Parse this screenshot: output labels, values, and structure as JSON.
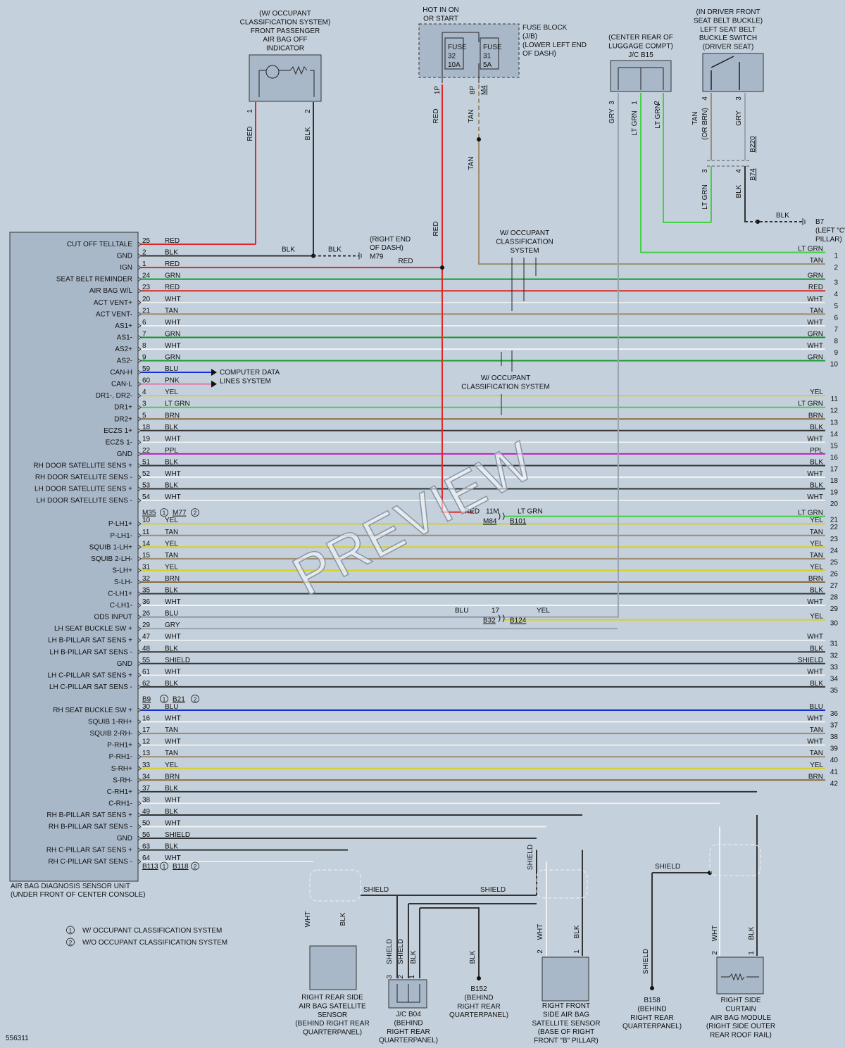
{
  "diagram_id": "556311",
  "watermark": "PREVIEW",
  "colors": {
    "RED": "#e02626",
    "BLK": "#333333",
    "GRN": "#159a2a",
    "WHT": "#f2f2f2",
    "TAN": "#9e8d6e",
    "BLU": "#1530d2",
    "PNK": "#e07aa0",
    "YEL": "#d8d020",
    "LT GRN": "#44d044",
    "BRN": "#8a6a3a",
    "PPL": "#c020c0",
    "GRY": "#9aa4ae",
    "SHIELD": "#333333"
  },
  "unit": {
    "name": "AIR BAG DIAGNOSIS SENSOR UNIT",
    "location": "(UNDER FRONT OF CENTER CONSOLE)"
  },
  "notes": [
    {
      "num": "1",
      "text": "W/ OCCUPANT CLASSIFICATION SYSTEM"
    },
    {
      "num": "2",
      "text": "W/O OCCUPANT CLASSIFICATION SYSTEM"
    }
  ],
  "connector_labels": [
    {
      "text": "M35",
      "num": "1"
    },
    {
      "text": "M77",
      "num": "2"
    },
    {
      "text": "B9",
      "num": "1"
    },
    {
      "text": "B21",
      "num": "2"
    },
    {
      "text": "B113",
      "num": "1"
    },
    {
      "text": "B118",
      "num": "2"
    }
  ],
  "unit_pins": [
    {
      "label": "CUT OFF TELLTALE",
      "pin": "25",
      "color": "RED"
    },
    {
      "label": "GND",
      "pin": "2",
      "color": "BLK"
    },
    {
      "label": "IGN",
      "pin": "1",
      "color": "RED"
    },
    {
      "label": "SEAT BELT REMINDER",
      "pin": "24",
      "color": "GRN",
      "out": "3"
    },
    {
      "label": "AIR BAG W/L",
      "pin": "23",
      "color": "RED",
      "out": "4"
    },
    {
      "label": "ACT VENT+",
      "pin": "20",
      "color": "WHT",
      "out": "5"
    },
    {
      "label": "ACT VENT-",
      "pin": "21",
      "color": "TAN",
      "out": "6"
    },
    {
      "label": "AS1+",
      "pin": "6",
      "color": "WHT",
      "out": "7"
    },
    {
      "label": "AS1-",
      "pin": "7",
      "color": "GRN",
      "out": "8"
    },
    {
      "label": "AS2+",
      "pin": "8",
      "color": "WHT",
      "out": "9"
    },
    {
      "label": "AS2-",
      "pin": "9",
      "color": "GRN",
      "out": "10"
    },
    {
      "label": "CAN-H",
      "pin": "59",
      "color": "BLU"
    },
    {
      "label": "CAN-L",
      "pin": "60",
      "color": "PNK"
    },
    {
      "label": "DR1-, DR2-",
      "pin": "4",
      "color": "YEL",
      "out": "11"
    },
    {
      "label": "DR1+",
      "pin": "3",
      "color": "LT GRN",
      "out": "12"
    },
    {
      "label": "DR2+",
      "pin": "5",
      "color": "BRN",
      "out": "13"
    },
    {
      "label": "ECZS 1+",
      "pin": "18",
      "color": "BLK",
      "out": "14"
    },
    {
      "label": "ECZS 1-",
      "pin": "19",
      "color": "WHT",
      "out": "15"
    },
    {
      "label": "GND",
      "pin": "22",
      "color": "PPL",
      "out": "16"
    },
    {
      "label": "RH DOOR SATELLITE SENS +",
      "pin": "51",
      "color": "BLK",
      "out": "17"
    },
    {
      "label": "RH DOOR SATELLITE SENS -",
      "pin": "52",
      "color": "WHT",
      "out": "18"
    },
    {
      "label": "LH DOOR SATELLITE SENS +",
      "pin": "53",
      "color": "BLK",
      "out": "19"
    },
    {
      "label": "LH DOOR SATELLITE SENS -",
      "pin": "54",
      "color": "WHT",
      "out": "20"
    },
    {
      "gap": true
    },
    {
      "label": "P-LH1+",
      "pin": "10",
      "color": "YEL",
      "out": "22"
    },
    {
      "label": "P-LH1-",
      "pin": "11",
      "color": "TAN",
      "out": "23"
    },
    {
      "label": "SQUIB 1-LH+",
      "pin": "14",
      "color": "YEL",
      "out": "24"
    },
    {
      "label": "SQUIB 2-LH-",
      "pin": "15",
      "color": "TAN",
      "out": "25"
    },
    {
      "label": "S-LH+",
      "pin": "31",
      "color": "YEL",
      "out": "26"
    },
    {
      "label": "S-LH-",
      "pin": "32",
      "color": "BRN",
      "out": "27"
    },
    {
      "label": "C-LH1+",
      "pin": "35",
      "color": "BLK",
      "out": "28"
    },
    {
      "label": "C-LH1-",
      "pin": "36",
      "color": "WHT",
      "out": "29"
    },
    {
      "label": "ODS INPUT",
      "pin": "26",
      "color": "BLU"
    },
    {
      "label": "LH SEAT BUCKLE SW +",
      "pin": "29",
      "color": "GRY"
    },
    {
      "label": "LH B-PILLAR SAT SENS +",
      "pin": "47",
      "color": "WHT",
      "out": "31"
    },
    {
      "label": "LH B-PILLAR SAT SENS -",
      "pin": "48",
      "color": "BLK",
      "out": "32"
    },
    {
      "label": "GND",
      "pin": "55",
      "color": "SHIELD",
      "out": "33"
    },
    {
      "label": "LH C-PILLAR SAT SENS +",
      "pin": "61",
      "color": "WHT",
      "out": "34"
    },
    {
      "label": "LH C-PILLAR SAT SENS -",
      "pin": "62",
      "color": "BLK",
      "out": "35"
    },
    {
      "gap": true
    },
    {
      "label": "RH SEAT BUCKLE SW +",
      "pin": "30",
      "color": "BLU",
      "out": "36"
    },
    {
      "label": "SQUIB 1-RH+",
      "pin": "16",
      "color": "WHT",
      "out": "37"
    },
    {
      "label": "SQUIB 2-RH-",
      "pin": "17",
      "color": "TAN",
      "out": "38"
    },
    {
      "label": "P-RH1+",
      "pin": "12",
      "color": "WHT",
      "out": "39"
    },
    {
      "label": "P-RH1-",
      "pin": "13",
      "color": "TAN",
      "out": "40"
    },
    {
      "label": "S-RH+",
      "pin": "33",
      "color": "YEL",
      "out": "41"
    },
    {
      "label": "S-RH-",
      "pin": "34",
      "color": "BRN",
      "out": "42"
    },
    {
      "label": "C-RH1+",
      "pin": "37",
      "color": "BLK"
    },
    {
      "label": "C-RH1-",
      "pin": "38",
      "color": "WHT"
    },
    {
      "label": "RH B-PILLAR SAT SENS +",
      "pin": "49",
      "color": "BLK"
    },
    {
      "label": "RH B-PILLAR SAT SENS -",
      "pin": "50",
      "color": "WHT"
    },
    {
      "label": "GND",
      "pin": "56",
      "color": "SHIELD"
    },
    {
      "label": "RH C-PILLAR SAT SENS +",
      "pin": "63",
      "color": "BLK"
    },
    {
      "label": "RH C-PILLAR SAT SENS -",
      "pin": "64",
      "color": "WHT"
    }
  ],
  "extra_outputs": [
    {
      "out": "1",
      "color": "LT GRN"
    },
    {
      "out": "2",
      "color": "TAN"
    },
    {
      "out": "21",
      "color": "LT GRN"
    },
    {
      "out": "30",
      "color": "YEL"
    }
  ],
  "components": {
    "indicator": {
      "lines": [
        "(W/ OCCUPANT",
        "CLASSIFICATION SYSTEM)",
        "FRONT PASSENGER",
        "AIR BAG OFF",
        "INDICATOR"
      ],
      "pins": [
        "1",
        "2"
      ],
      "wires": [
        "RED",
        "BLK"
      ]
    },
    "fuse_block": {
      "hot_lines": [
        "HOT IN ON",
        "OR START"
      ],
      "lines": [
        "FUSE BLOCK",
        "(J/B)",
        "(LOWER LEFT END",
        "OF DASH)"
      ],
      "fuse_a": [
        "FUSE",
        "32",
        "10A"
      ],
      "fuse_b": [
        "FUSE",
        "31",
        "5A"
      ],
      "pins": [
        "1P",
        "8P"
      ],
      "conn": "M4",
      "wires": [
        "RED",
        "TAN",
        "TAN"
      ]
    },
    "jc_b15": {
      "lines": [
        "(CENTER REAR OF",
        "LUGGAGE COMPT)",
        "J/C B15"
      ],
      "pins": [
        "3",
        "1",
        "2"
      ],
      "wires": [
        "GRY",
        "LT GRN",
        "LT GRN"
      ]
    },
    "buckle": {
      "lines": [
        "(IN DRIVER FRONT",
        "SEAT BELT BUCKLE)",
        "LEFT SEAT BELT",
        "BUCKLE SWITCH",
        "(DRIVER SEAT)"
      ],
      "pins": [
        "4",
        "3"
      ],
      "wire_a": [
        "TAN",
        "(OR BRN)"
      ],
      "wire_b": "GRY",
      "conn_a": "B220",
      "conn_b": "B74",
      "pins_low": [
        "3",
        "4"
      ],
      "wires_low": [
        "LT GRN",
        "BLK"
      ]
    },
    "ground_b7": {
      "wire": "BLK",
      "lines": [
        "B7",
        "(LEFT \"C\"",
        "PILLAR)"
      ]
    },
    "ground_m79": {
      "wires": [
        "BLK",
        "BLK"
      ],
      "lines": [
        "(RIGHT END",
        "OF DASH)",
        "M79"
      ]
    },
    "red_label": "RED",
    "ocs_top": [
      "W/ OCCUPANT",
      "CLASSIFICATION",
      "SYSTEM"
    ],
    "ocs_mid": [
      "W/ OCCUPANT",
      "CLASSIFICATION SYSTEM"
    ],
    "can_lines": [
      "COMPUTER DATA",
      "LINES SYSTEM"
    ],
    "splice_21": {
      "red": "RED",
      "pin": "11M",
      "conn_a": "M84",
      "conn_b": "B101",
      "wire": "LT GRN"
    },
    "splice_30": {
      "blu": "BLU",
      "pin": "17",
      "conn_a": "B32",
      "conn_b": "B124",
      "wire": "YEL"
    },
    "rr_sensor": {
      "lines": [
        "RIGHT REAR SIDE",
        "AIR BAG SATELLITE",
        "SENSOR",
        "(BEHIND RIGHT REAR",
        "QUARTERPANEL)"
      ],
      "wires": [
        "WHT",
        "BLK"
      ]
    },
    "jc_b04": {
      "lines": [
        "J/C B04",
        "(BEHIND",
        "RIGHT REAR",
        "QUARTERPANEL)"
      ],
      "pins": [
        "3",
        "2",
        "1"
      ],
      "wires": [
        "SHIELD",
        "SHIELD",
        "BLK"
      ]
    },
    "b152": {
      "wire": "BLK",
      "lines": [
        "B152",
        "(BEHIND",
        "RIGHT REAR",
        "QUARTERPANEL)"
      ]
    },
    "rf_sensor": {
      "lines": [
        "RIGHT FRONT",
        "SIDE AIR BAG",
        "SATELLITE SENSOR",
        "(BASE OF RIGHT",
        "FRONT \"B\" PILLAR)"
      ],
      "pins": [
        "2",
        "1"
      ],
      "wires": [
        "WHT",
        "BLK"
      ]
    },
    "b158": {
      "wire": "SHIELD",
      "lines": [
        "B158",
        "(BEHIND",
        "RIGHT REAR",
        "QUARTERPANEL)"
      ]
    },
    "curtain": {
      "lines": [
        "RIGHT SIDE",
        "CURTAIN",
        "AIR BAG MODULE",
        "(RIGHT SIDE OUTER",
        "REAR ROOF RAIL)"
      ],
      "pins": [
        "2",
        "1"
      ],
      "wires": [
        "WHT",
        "BLK"
      ]
    },
    "shield_label": "SHIELD"
  }
}
